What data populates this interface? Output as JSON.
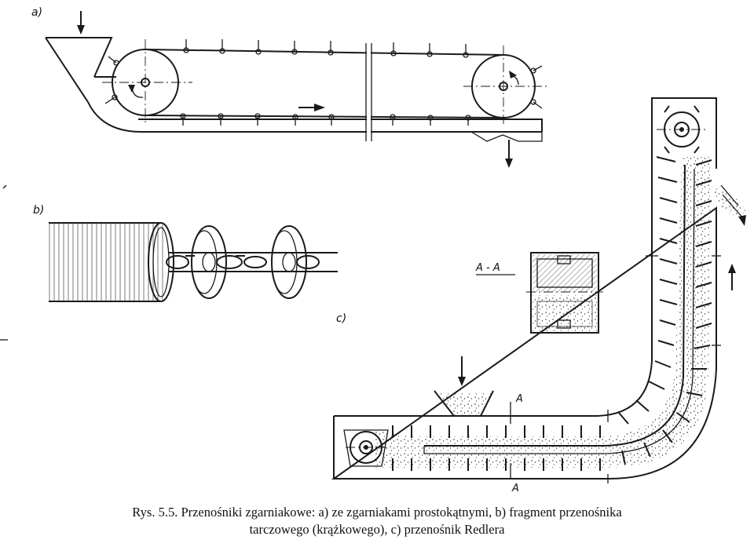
{
  "labels": {
    "part_a": "a)",
    "part_b": "b)",
    "part_c": "c)",
    "section_title": "A - A",
    "section_mark_top": "A",
    "section_mark_bottom": "A"
  },
  "caption": {
    "line1": "Rys. 5.5. Przenośniki zgarniakowe: a) ze zgarniakami prostokątnymi, b) fragment przenośnika",
    "line2": "tarczowego (krążkowego), c) przenośnik Redlera"
  }
}
